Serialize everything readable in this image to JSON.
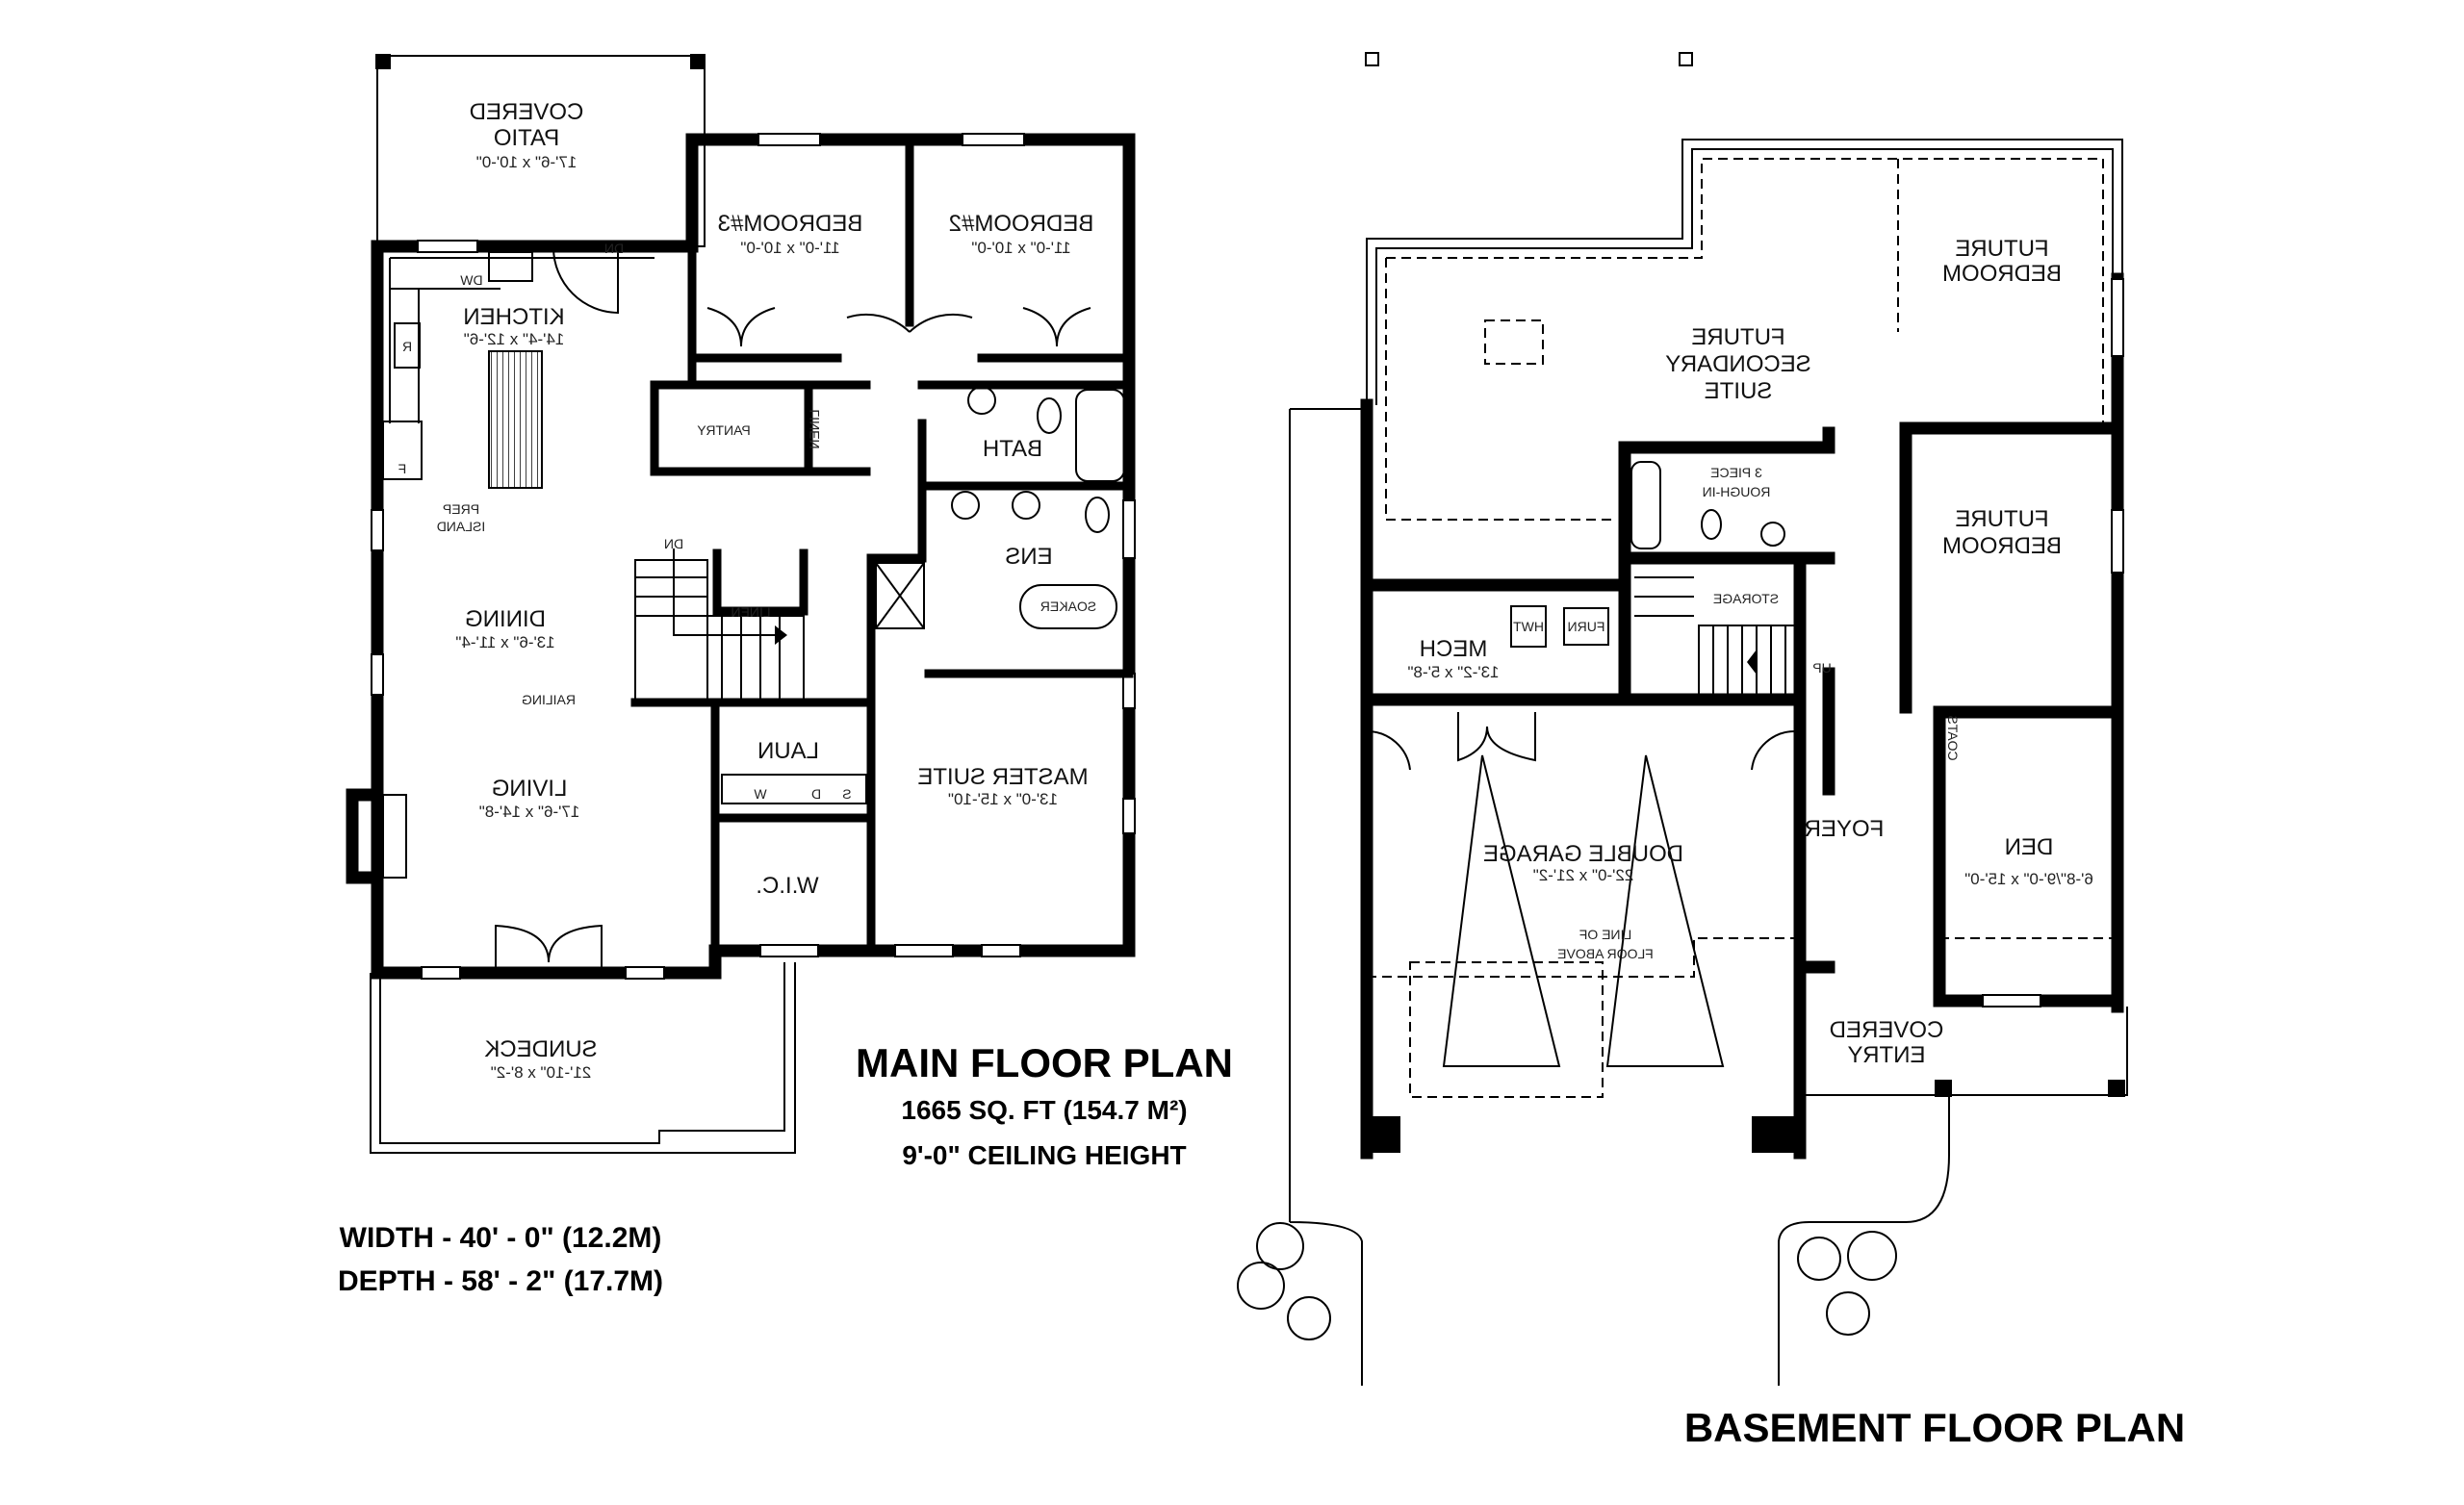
{
  "main_floor": {
    "title": "MAIN FLOOR PLAN",
    "area": "1665 SQ. FT (154.7 M²)",
    "ceiling": "9'-0\" CEILING HEIGHT",
    "width": "WIDTH - 40' - 0\" (12.2M)",
    "depth": "DEPTH - 58' - 2\" (17.7M)",
    "rooms": {
      "covered_patio": {
        "name1": "COVERED",
        "name2": "PATIO",
        "dims": "17'-6\" x 10'-0\""
      },
      "bedroom3": {
        "name": "BEDROOM#3",
        "dims": "11'-0\" x 10'-0\""
      },
      "bedroom2": {
        "name": "BEDROOM#2",
        "dims": "11'-0\" x 10'-0\""
      },
      "kitchen": {
        "name": "KITCHEN",
        "dims": "14'-4\" x 12'-6\""
      },
      "pantry": {
        "name": "PANTRY"
      },
      "linen_upper": {
        "name": "LINEN"
      },
      "bath": {
        "name": "BATH"
      },
      "ens": {
        "name": "ENS"
      },
      "linen_lower": {
        "name": "LINEN"
      },
      "dining": {
        "name": "DINING",
        "dims": "13'-6\" x 11'-4\""
      },
      "laun": {
        "name": "LAUN"
      },
      "master_suite": {
        "name": "MASTER SUITE",
        "dims": "13'-0\" x 15'-10\""
      },
      "living": {
        "name": "LIVING",
        "dims": "17'-6\" x 14'-8\""
      },
      "wic": {
        "name": "W.I.C."
      },
      "sundeck": {
        "name": "SUNDECK",
        "dims": "21'-10\" x 8'-2\""
      }
    },
    "annotations": {
      "dn_patio": "DN",
      "dw": "DW",
      "r": "R",
      "f": "F",
      "prep1": "PREP",
      "prep2": "ISLAND",
      "dn_stair": "DN",
      "railing": "RAILING",
      "soaker": "SOAKER",
      "w": "W",
      "d": "D",
      "s": "S"
    }
  },
  "basement": {
    "title": "BASEMENT FLOOR PLAN",
    "rooms": {
      "suite": {
        "name1": "FUTURE",
        "name2": "SECONDARY",
        "name3": "SUITE"
      },
      "future_bedroom_top": {
        "name1": "FUTURE",
        "name2": "BEDROOM"
      },
      "rough_in": {
        "name1": "3 PIECE",
        "name2": "ROUGH-IN"
      },
      "future_bedroom_mid": {
        "name1": "FUTURE",
        "name2": "BEDROOM"
      },
      "storage": {
        "name": "STORAGE"
      },
      "mech": {
        "name": "MECH",
        "dims": "13'-2\" x 5'-8\""
      },
      "coats": {
        "name": "COATS"
      },
      "foyer": {
        "name": "FOYER"
      },
      "garage": {
        "name": "DOUBLE GARAGE",
        "dims": "22'-0\" x 21'-2\""
      },
      "den": {
        "name": "DEN",
        "dims": "6'-8\"/9'-0\" x 15'-0\""
      },
      "covered_entry": {
        "name1": "COVERED",
        "name2": "ENTRY"
      }
    },
    "annotations": {
      "hwt": "HWT",
      "furn": "FURN",
      "up": "UP",
      "line1": "LINE OF",
      "line2": "FLOOR ABOVE"
    }
  },
  "colors": {
    "ink": "#000000",
    "paper": "#ffffff"
  }
}
